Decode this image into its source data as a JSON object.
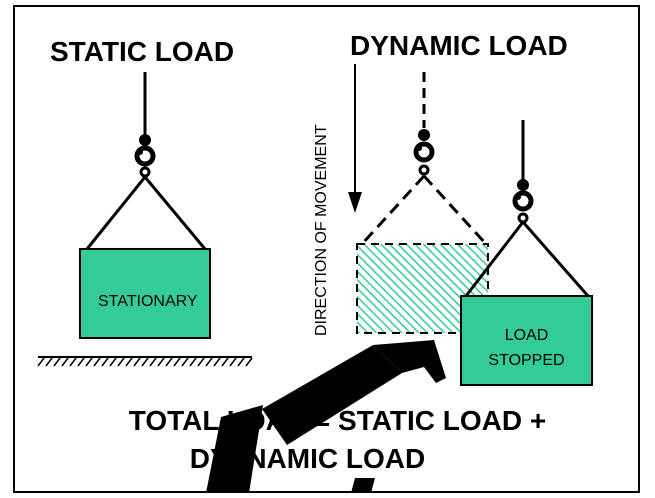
{
  "headings": {
    "static": "STATIC LOAD",
    "dynamic": "DYNAMIC LOAD"
  },
  "labels": {
    "direction": "DIRECTION OF MOVEMENT",
    "stationary": "STATIONARY",
    "load_stopped_line1": "LOAD",
    "load_stopped_line2": "STOPPED"
  },
  "equation": {
    "line1": "TOTAL LOAD = STATIC LOAD +",
    "line2": "DYANAMIC LOAD"
  },
  "colors": {
    "load_fill": "#33cc99",
    "hatch": "#33cc99",
    "line": "#000000",
    "watermark": "#000000"
  }
}
